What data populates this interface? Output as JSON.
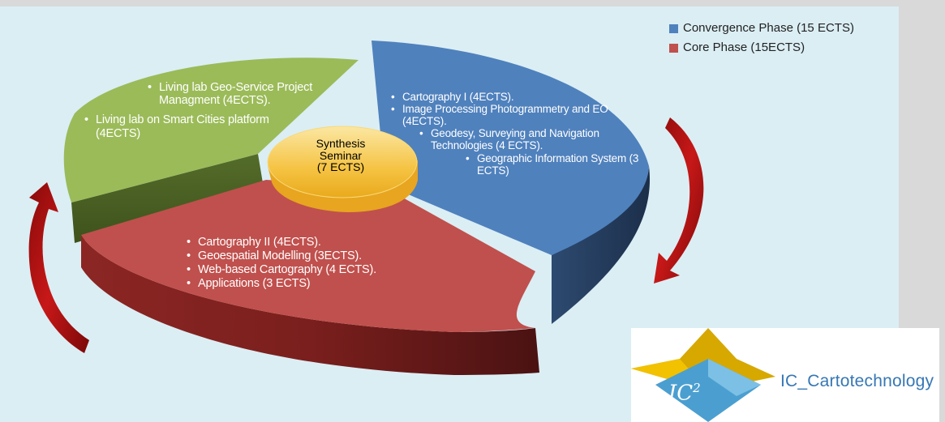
{
  "diagram": {
    "green_segment": {
      "items": [
        "Living lab Geo-Service Project Managment (4ECTS).",
        "Living lab on Smart Cities platform  (4ECTS)"
      ]
    },
    "blue_segment": {
      "items": [
        "Cartography I (4ECTS).",
        "Image Processing Photogrammetry and EO (4ECTS).",
        "Geodesy, Surveying and Navigation Technologies (4 ECTS).",
        "Geographic Information System (3 ECTS)"
      ]
    },
    "red_segment": {
      "items": [
        "Cartography II (4ECTS).",
        "Geoespatial Modelling (3ECTS).",
        "Web-based Cartography (4 ECTS).",
        "Applications (3 ECTS)"
      ]
    },
    "center": {
      "line1": "Synthesis",
      "line2": "Seminar",
      "line3": "(7 ECTS)"
    }
  },
  "legend": [
    {
      "label": "Convergence Phase (15 ECTS)",
      "color": "#4f81bd"
    },
    {
      "label": "Core Phase (15ECTS)",
      "color": "#c0504d"
    }
  ],
  "logo": {
    "mark": "IC",
    "superscript": "2",
    "text": "IC_Cartotechnology"
  },
  "colors": {
    "green": "#9bbb59",
    "blue": "#4f81bd",
    "red": "#c0504d",
    "gold": "#f5c342",
    "arrow": "#a50d0d",
    "background": "#dbeef4"
  }
}
